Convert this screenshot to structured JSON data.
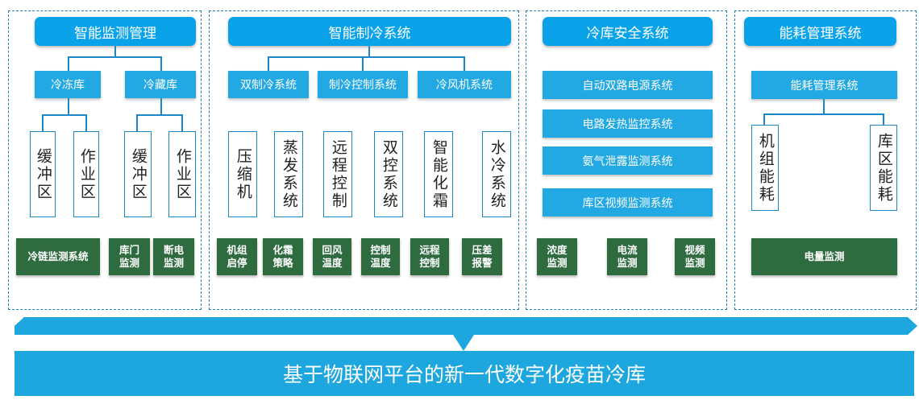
{
  "colors": {
    "pill_blue": "#0aa3ea",
    "module_blue": "#22a8e2",
    "leaf_green": "#2e6b3f",
    "line_blue": "#1a88c6",
    "banner_blue": "#1ea7df"
  },
  "sections": [
    {
      "title": "智能监测管理",
      "modules": [
        "冷冻库",
        "冷藏库"
      ],
      "subsystems": [
        "缓冲区",
        "作业区",
        "缓冲区",
        "作业区"
      ],
      "leaves": [
        {
          "line1": "冷链监测系统",
          "line2": ""
        },
        {
          "line1": "库门",
          "line2": "监测"
        },
        {
          "line1": "断电",
          "line2": "监测"
        }
      ]
    },
    {
      "title": "智能制冷系统",
      "modules": [
        "双制冷系统",
        "制冷控制系统",
        "冷风机系统"
      ],
      "subsystems": [
        "压缩机",
        "蒸发系统",
        "远程控制",
        "双控系统",
        "智能化霜",
        "水冷系统"
      ],
      "leaves": [
        {
          "line1": "机组",
          "line2": "启停"
        },
        {
          "line1": "化霜",
          "line2": "策略"
        },
        {
          "line1": "回风",
          "line2": "温度"
        },
        {
          "line1": "控制",
          "line2": "温度"
        },
        {
          "line1": "远程",
          "line2": "控制"
        },
        {
          "line1": "压差",
          "line2": "报警"
        }
      ]
    },
    {
      "title": "冷库安全系统",
      "modules": [
        "自动双路电源系统",
        "电路发热监控系统",
        "氨气泄露监测系统",
        "库区视频监测系统"
      ],
      "leaves": [
        {
          "line1": "浓度",
          "line2": "监测"
        },
        {
          "line1": "电流",
          "line2": "监测"
        },
        {
          "line1": "视频",
          "line2": "监测"
        }
      ]
    },
    {
      "title": "能耗管理系统",
      "modules": [
        "能耗管理系统"
      ],
      "subsystems": [
        "机组能耗",
        "库区能耗"
      ],
      "leaves": [
        {
          "line1": "电量监测",
          "line2": ""
        }
      ]
    }
  ],
  "banner": "基于物联网平台的新一代数字化疫苗冷库"
}
